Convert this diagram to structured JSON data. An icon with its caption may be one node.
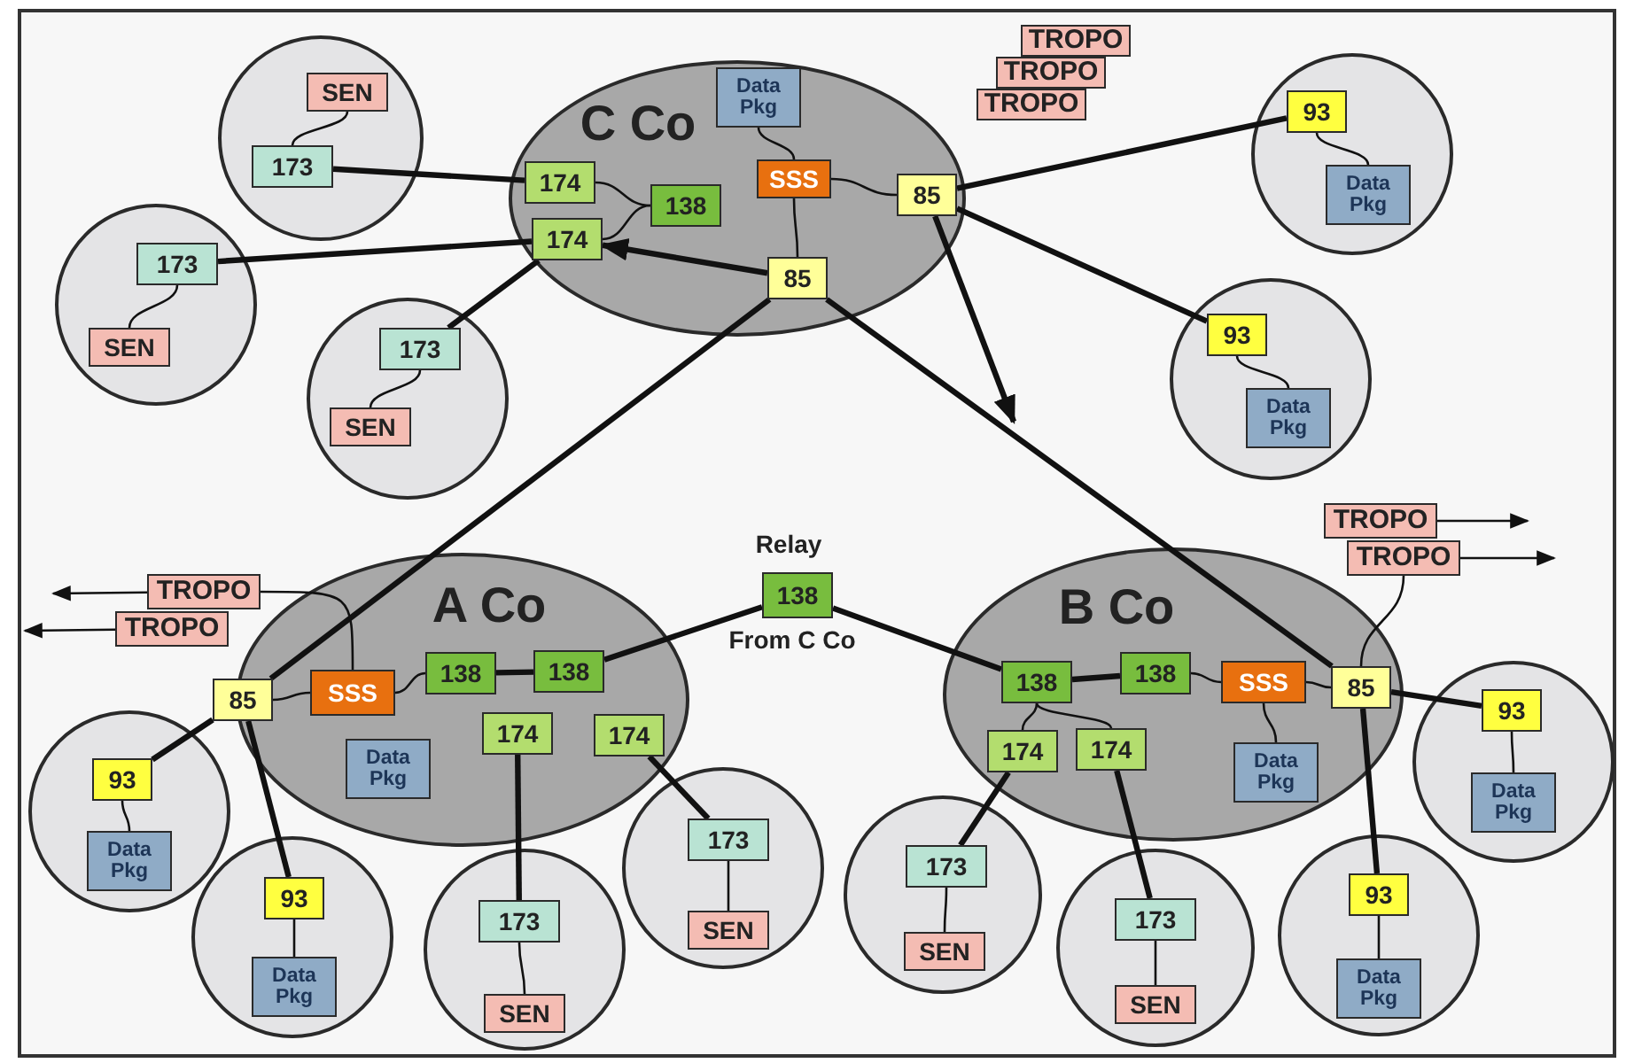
{
  "diagram": {
    "nodes": [
      {
        "text": [
          "C Co"
        ]
      },
      {
        "text": [
          "Data Pkg"
        ],
        "in": 0
      },
      {
        "text": [
          "SSS"
        ],
        "in": 0
      },
      {
        "text": [
          "85"
        ],
        "in": 0
      },
      {
        "text": [
          "174"
        ],
        "in": 0
      },
      {
        "text": [
          "138"
        ],
        "in": 0
      },
      {
        "text": [
          "174"
        ],
        "in": 0
      },
      {
        "text": [
          "85"
        ],
        "in": 0
      },
      {
        "text": [],
        "shape": "circle"
      },
      {
        "text": [
          "SEN"
        ],
        "in": 8
      },
      {
        "text": [
          "173"
        ],
        "in": 8
      },
      {
        "text": [
          "TROPO"
        ]
      },
      {
        "text": [
          "TROPO"
        ]
      },
      {
        "text": [
          "TROPO"
        ]
      },
      {
        "text": [],
        "shape": "circle"
      },
      {
        "text": [
          "93"
        ],
        "in": 14
      },
      {
        "text": [
          "Data Pkg"
        ],
        "in": 14
      },
      {
        "text": [],
        "shape": "circle"
      },
      {
        "text": [
          "173"
        ],
        "in": 17
      },
      {
        "text": [
          "SEN"
        ],
        "in": 17
      },
      {
        "text": [],
        "shape": "circle"
      },
      {
        "text": [
          "173"
        ],
        "in": 20
      },
      {
        "text": [
          "SEN"
        ],
        "in": 20
      },
      {
        "text": [],
        "shape": "circle"
      },
      {
        "text": [
          "93"
        ],
        "in": 23
      },
      {
        "text": [
          "Data Pkg"
        ],
        "in": 23
      },
      {
        "text": [
          "TROPO"
        ]
      },
      {
        "text": [
          "TROPO"
        ]
      },
      {
        "text": [
          "A Co"
        ]
      },
      {
        "text": [
          "85"
        ]
      },
      {
        "text": [
          "SSS"
        ],
        "in": 28
      },
      {
        "text": [
          "138"
        ],
        "in": 28
      },
      {
        "text": [
          "138"
        ],
        "in": 28
      },
      {
        "text": [
          "174"
        ],
        "in": 28
      },
      {
        "text": [
          "174"
        ],
        "in": 28
      },
      {
        "text": [
          "Data Pkg"
        ],
        "in": 28
      },
      {
        "text": [
          "138"
        ],
        "beside": [
          "Relay",
          "From C Co"
        ]
      },
      {
        "text": [
          "B Co"
        ]
      },
      {
        "text": [
          "138"
        ],
        "in": 37
      },
      {
        "text": [
          "138"
        ],
        "in": 37
      },
      {
        "text": [
          "SSS"
        ],
        "in": 37
      },
      {
        "text": [
          "85"
        ],
        "in": 37
      },
      {
        "text": [
          "174"
        ],
        "in": 37
      },
      {
        "text": [
          "174"
        ],
        "in": 37
      },
      {
        "text": [
          "Data Pkg"
        ],
        "in": 37
      },
      {
        "text": [
          "TROPO"
        ]
      },
      {
        "text": [
          "TROPO"
        ]
      },
      {
        "text": [],
        "shape": "circle"
      },
      {
        "text": [
          "93"
        ],
        "in": 47
      },
      {
        "text": [
          "Data Pkg"
        ],
        "in": 47
      },
      {
        "text": [],
        "shape": "circle"
      },
      {
        "text": [
          "93"
        ],
        "in": 50
      },
      {
        "text": [
          "Data Pkg"
        ],
        "in": 50
      },
      {
        "text": [],
        "shape": "circle"
      },
      {
        "text": [
          "173"
        ],
        "in": 53
      },
      {
        "text": [
          "SEN"
        ],
        "in": 53
      },
      {
        "text": [],
        "shape": "circle"
      },
      {
        "text": [
          "173"
        ],
        "in": 56
      },
      {
        "text": [
          "SEN"
        ],
        "in": 56
      },
      {
        "text": [],
        "shape": "circle"
      },
      {
        "text": [
          "173"
        ],
        "in": 59
      },
      {
        "text": [
          "SEN"
        ],
        "in": 59
      },
      {
        "text": [],
        "shape": "circle"
      },
      {
        "text": [
          "173"
        ],
        "in": 62
      },
      {
        "text": [
          "SEN"
        ],
        "in": 62
      },
      {
        "text": [],
        "shape": "circle"
      },
      {
        "text": [
          "93"
        ],
        "in": 65
      },
      {
        "text": [
          "Data Pkg"
        ],
        "in": 65
      },
      {
        "text": [],
        "shape": "circle"
      },
      {
        "text": [
          "93"
        ],
        "in": 68
      },
      {
        "text": [
          "Data Pkg"
        ],
        "in": 68
      }
    ],
    "edges": [
      {
        "from": 4,
        "to": 5,
        "arrow": "none"
      },
      {
        "from": 6,
        "to": 5,
        "arrow": "none"
      },
      {
        "from": 1,
        "to": 2,
        "arrow": "none"
      },
      {
        "from": 2,
        "to": 3,
        "arrow": "none"
      },
      {
        "from": 2,
        "to": 7,
        "arrow": "none"
      },
      {
        "from": 4,
        "to": 10,
        "arrow": "none",
        "style": "thick"
      },
      {
        "from": 6,
        "to": 18,
        "arrow": "none",
        "style": "thick"
      },
      {
        "from": 6,
        "to": 21,
        "arrow": "none",
        "style": "thick"
      },
      {
        "from": 3,
        "to": 15,
        "arrow": "none",
        "style": "thick"
      },
      {
        "from": 3,
        "to": 24,
        "arrow": "none",
        "style": "thick"
      },
      {
        "from": 3,
        "to": null,
        "arrow": "to",
        "style": "thick"
      },
      {
        "from": 7,
        "to": 6,
        "arrow": "to",
        "style": "thick"
      },
      {
        "from": 7,
        "to": 29,
        "arrow": "none",
        "style": "thick"
      },
      {
        "from": 7,
        "to": 41,
        "arrow": "none",
        "style": "thick"
      },
      {
        "from": 9,
        "to": 10,
        "arrow": "none"
      },
      {
        "from": 18,
        "to": 19,
        "arrow": "none"
      },
      {
        "from": 21,
        "to": 22,
        "arrow": "none"
      },
      {
        "from": 15,
        "to": 16,
        "arrow": "none"
      },
      {
        "from": 24,
        "to": 25,
        "arrow": "none"
      },
      {
        "from": 26,
        "to": null,
        "arrow": "to"
      },
      {
        "from": 27,
        "to": null,
        "arrow": "to"
      },
      {
        "from": 26,
        "to": 30,
        "arrow": "none"
      },
      {
        "from": 29,
        "to": 30,
        "arrow": "none"
      },
      {
        "from": 30,
        "to": 31,
        "arrow": "none"
      },
      {
        "from": 31,
        "to": 32,
        "arrow": "none",
        "style": "thick"
      },
      {
        "from": 32,
        "to": 36,
        "arrow": "none",
        "style": "thick"
      },
      {
        "from": 36,
        "to": 38,
        "arrow": "none",
        "style": "thick"
      },
      {
        "from": 38,
        "to": 39,
        "arrow": "none",
        "style": "thick"
      },
      {
        "from": 38,
        "to": 42,
        "arrow": "none"
      },
      {
        "from": 38,
        "to": 43,
        "arrow": "none"
      },
      {
        "from": 39,
        "to": 40,
        "arrow": "none"
      },
      {
        "from": 40,
        "to": 41,
        "arrow": "none"
      },
      {
        "from": 40,
        "to": 44,
        "arrow": "none"
      },
      {
        "from": 45,
        "to": null,
        "arrow": "to"
      },
      {
        "from": 46,
        "to": null,
        "arrow": "to"
      },
      {
        "from": 46,
        "to": 41,
        "arrow": "none"
      },
      {
        "from": 29,
        "to": 48,
        "arrow": "none",
        "style": "thick"
      },
      {
        "from": 29,
        "to": 51,
        "arrow": "none",
        "style": "thick"
      },
      {
        "from": 48,
        "to": 49,
        "arrow": "none"
      },
      {
        "from": 51,
        "to": 52,
        "arrow": "none"
      },
      {
        "from": 33,
        "to": 54,
        "arrow": "none",
        "style": "thick"
      },
      {
        "from": 34,
        "to": 57,
        "arrow": "none",
        "style": "thick"
      },
      {
        "from": 54,
        "to": 55,
        "arrow": "none"
      },
      {
        "from": 57,
        "to": 58,
        "arrow": "none"
      },
      {
        "from": 42,
        "to": 60,
        "arrow": "none",
        "style": "thick"
      },
      {
        "from": 43,
        "to": 63,
        "arrow": "none",
        "style": "thick"
      },
      {
        "from": 60,
        "to": 61,
        "arrow": "none"
      },
      {
        "from": 63,
        "to": 64,
        "arrow": "none"
      },
      {
        "from": 41,
        "to": 66,
        "arrow": "none",
        "style": "thick"
      },
      {
        "from": 41,
        "to": 69,
        "arrow": "none",
        "style": "thick"
      },
      {
        "from": 66,
        "to": 67,
        "arrow": "none"
      },
      {
        "from": 69,
        "to": 70,
        "arrow": "none"
      }
    ]
  }
}
